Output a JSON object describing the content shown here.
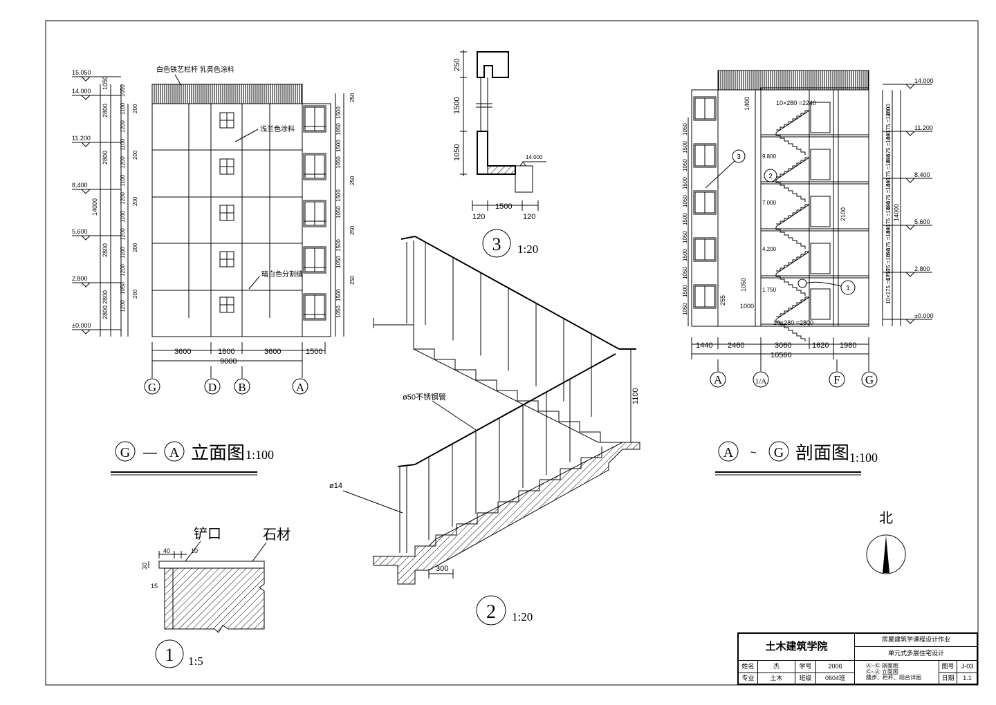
{
  "elevation": {
    "title_left_axis": "G",
    "title_dash": "—",
    "title_right_axis": "A",
    "title_text": "立面图",
    "scale": "1:100",
    "level_labels": [
      "15.050",
      "14.000",
      "11.200",
      "8.400",
      "5.600",
      "2.800",
      "±0.000"
    ],
    "left_dims": [
      "1050",
      "2800",
      "2800",
      "14000",
      "2800",
      "2800",
      "2800"
    ],
    "left_inner_dims": [
      "1050",
      "1100",
      "1200",
      "1100",
      "1200",
      "1100",
      "1200",
      "1100",
      "1200",
      "1100",
      "1200",
      "1050",
      "1200"
    ],
    "wall_dims": [
      "200",
      "200",
      "200",
      "200",
      "200"
    ],
    "right_dims": [
      "250",
      "1500",
      "1050",
      "1500",
      "1050",
      "250",
      "1500",
      "1050",
      "250",
      "1500",
      "1050",
      "250",
      "1500",
      "1050"
    ],
    "notes": [
      "白色铁艺栏杆 乳黄色涂料",
      "浅兰色涂料",
      "暗白色分割缝"
    ],
    "bottom_dims": [
      "3600",
      "1800",
      "3600",
      "1500"
    ],
    "total_dim": "9000",
    "axes": [
      "G",
      "D",
      "B",
      "A"
    ]
  },
  "detail3": {
    "number": "3",
    "scale": "1:20",
    "dims_vertical": [
      "250",
      "1500",
      "1050"
    ],
    "level": "14.000",
    "dims_horizontal": [
      "120",
      "1500",
      "120"
    ]
  },
  "detail2": {
    "number": "2",
    "scale": "1:20",
    "labels": [
      "ø50不锈钢管",
      "ø14"
    ],
    "height_dim": "1100",
    "tread_dim": "300"
  },
  "detail1": {
    "number": "1",
    "scale": "1:5",
    "labels": [
      "铲口",
      "石材"
    ],
    "dims": [
      "40",
      "10",
      "30",
      "15"
    ]
  },
  "section": {
    "title_left_axis": "A",
    "title_tilde": "~",
    "title_right_axis": "G",
    "title_text": "剖面图",
    "scale": "1:100",
    "level_labels": [
      "14.000",
      "11.200",
      "8.400",
      "5.600",
      "2.800",
      "±0.000"
    ],
    "right_dims": [
      "2800",
      "8×175 =1400",
      "8×175 =1400",
      "8×175 =1400",
      "8×175 =1400",
      "8×175 =1400",
      "8×175 =1400",
      "6×175 =1050",
      "10×175 =1750"
    ],
    "total_height": "14000",
    "left_dims": [
      "1050",
      "1500",
      "1050",
      "1500",
      "1050",
      "1500",
      "1050",
      "1500",
      "1050",
      "1500",
      "1050"
    ],
    "stair_top": "10×280 =2240",
    "stair_bottom": "10×280 =2800",
    "inner_dims": [
      "1400",
      "2100",
      "1050",
      "255",
      "1000"
    ],
    "inner_levels": [
      "9.800",
      "7.000",
      "4.200",
      "1.750"
    ],
    "callouts": [
      "3",
      "2",
      "1"
    ],
    "bottom_dims": [
      "1440",
      "2460",
      "3060",
      "1620",
      "1980"
    ],
    "total_dim": "10560",
    "axes": [
      "A",
      "1/A",
      "F",
      "G"
    ]
  },
  "north": {
    "label": "北"
  },
  "title_block": {
    "school": "土木建筑学院",
    "project_line1": "房屋建筑学课程设计作业",
    "project_line2": "单元式多层住宅设计",
    "name_label": "姓名",
    "name_value": "杰",
    "id_label": "学号",
    "id_value": "2006",
    "major_label": "专业",
    "major_value": "土木",
    "class_label": "班级",
    "class_value": "0604班",
    "drawing_line1": "Ⓐ~Ⓖ 剖面图",
    "drawing_line2": "Ⓖ~Ⓐ 立面图",
    "drawing_line3": "踏步、栏杆、阳台详图",
    "sheet_label": "图号",
    "sheet_value": "J-03",
    "date_label": "日期",
    "date_value": "1.1"
  }
}
